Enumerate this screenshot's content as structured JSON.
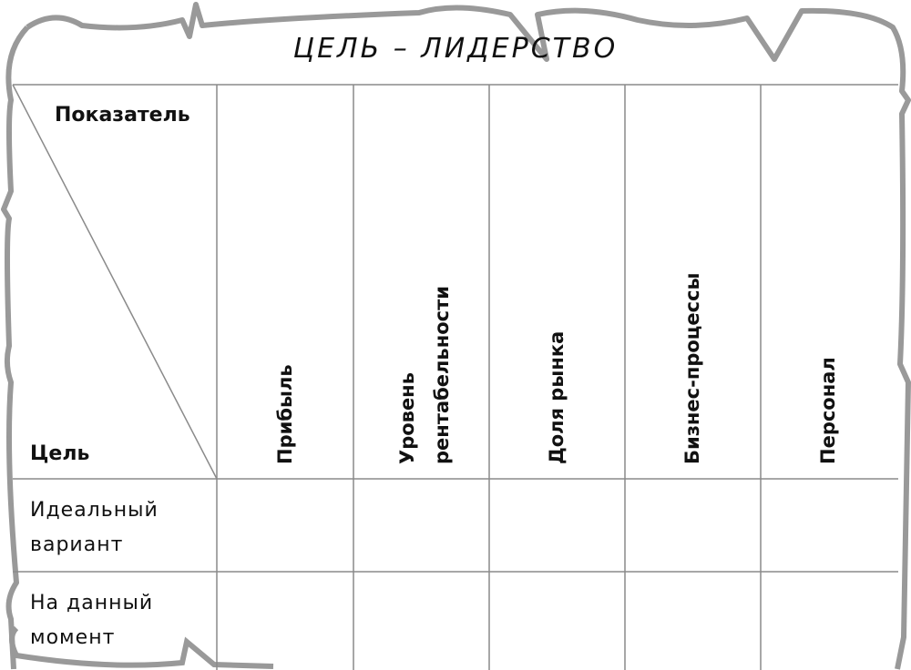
{
  "title": "ЦЕЛЬ – ЛИДЕРСТВО",
  "header": {
    "indicator_label": "Показатель",
    "goal_label": "Цель",
    "columns": [
      "Прибыль",
      "Уровень рентабельности",
      "Доля рынка",
      "Бизнес-процессы",
      "Персонал"
    ],
    "column_lines": {
      "c1a": "Уровень",
      "c1b": "рентабельности"
    }
  },
  "rows": [
    {
      "label_line1": "Идеальный",
      "label_line2": "вариант"
    },
    {
      "label_line1": "На данный",
      "label_line2": "момент"
    }
  ],
  "colors": {
    "frame": "#999999",
    "grid": "#8a8a8a",
    "text": "#111111"
  }
}
